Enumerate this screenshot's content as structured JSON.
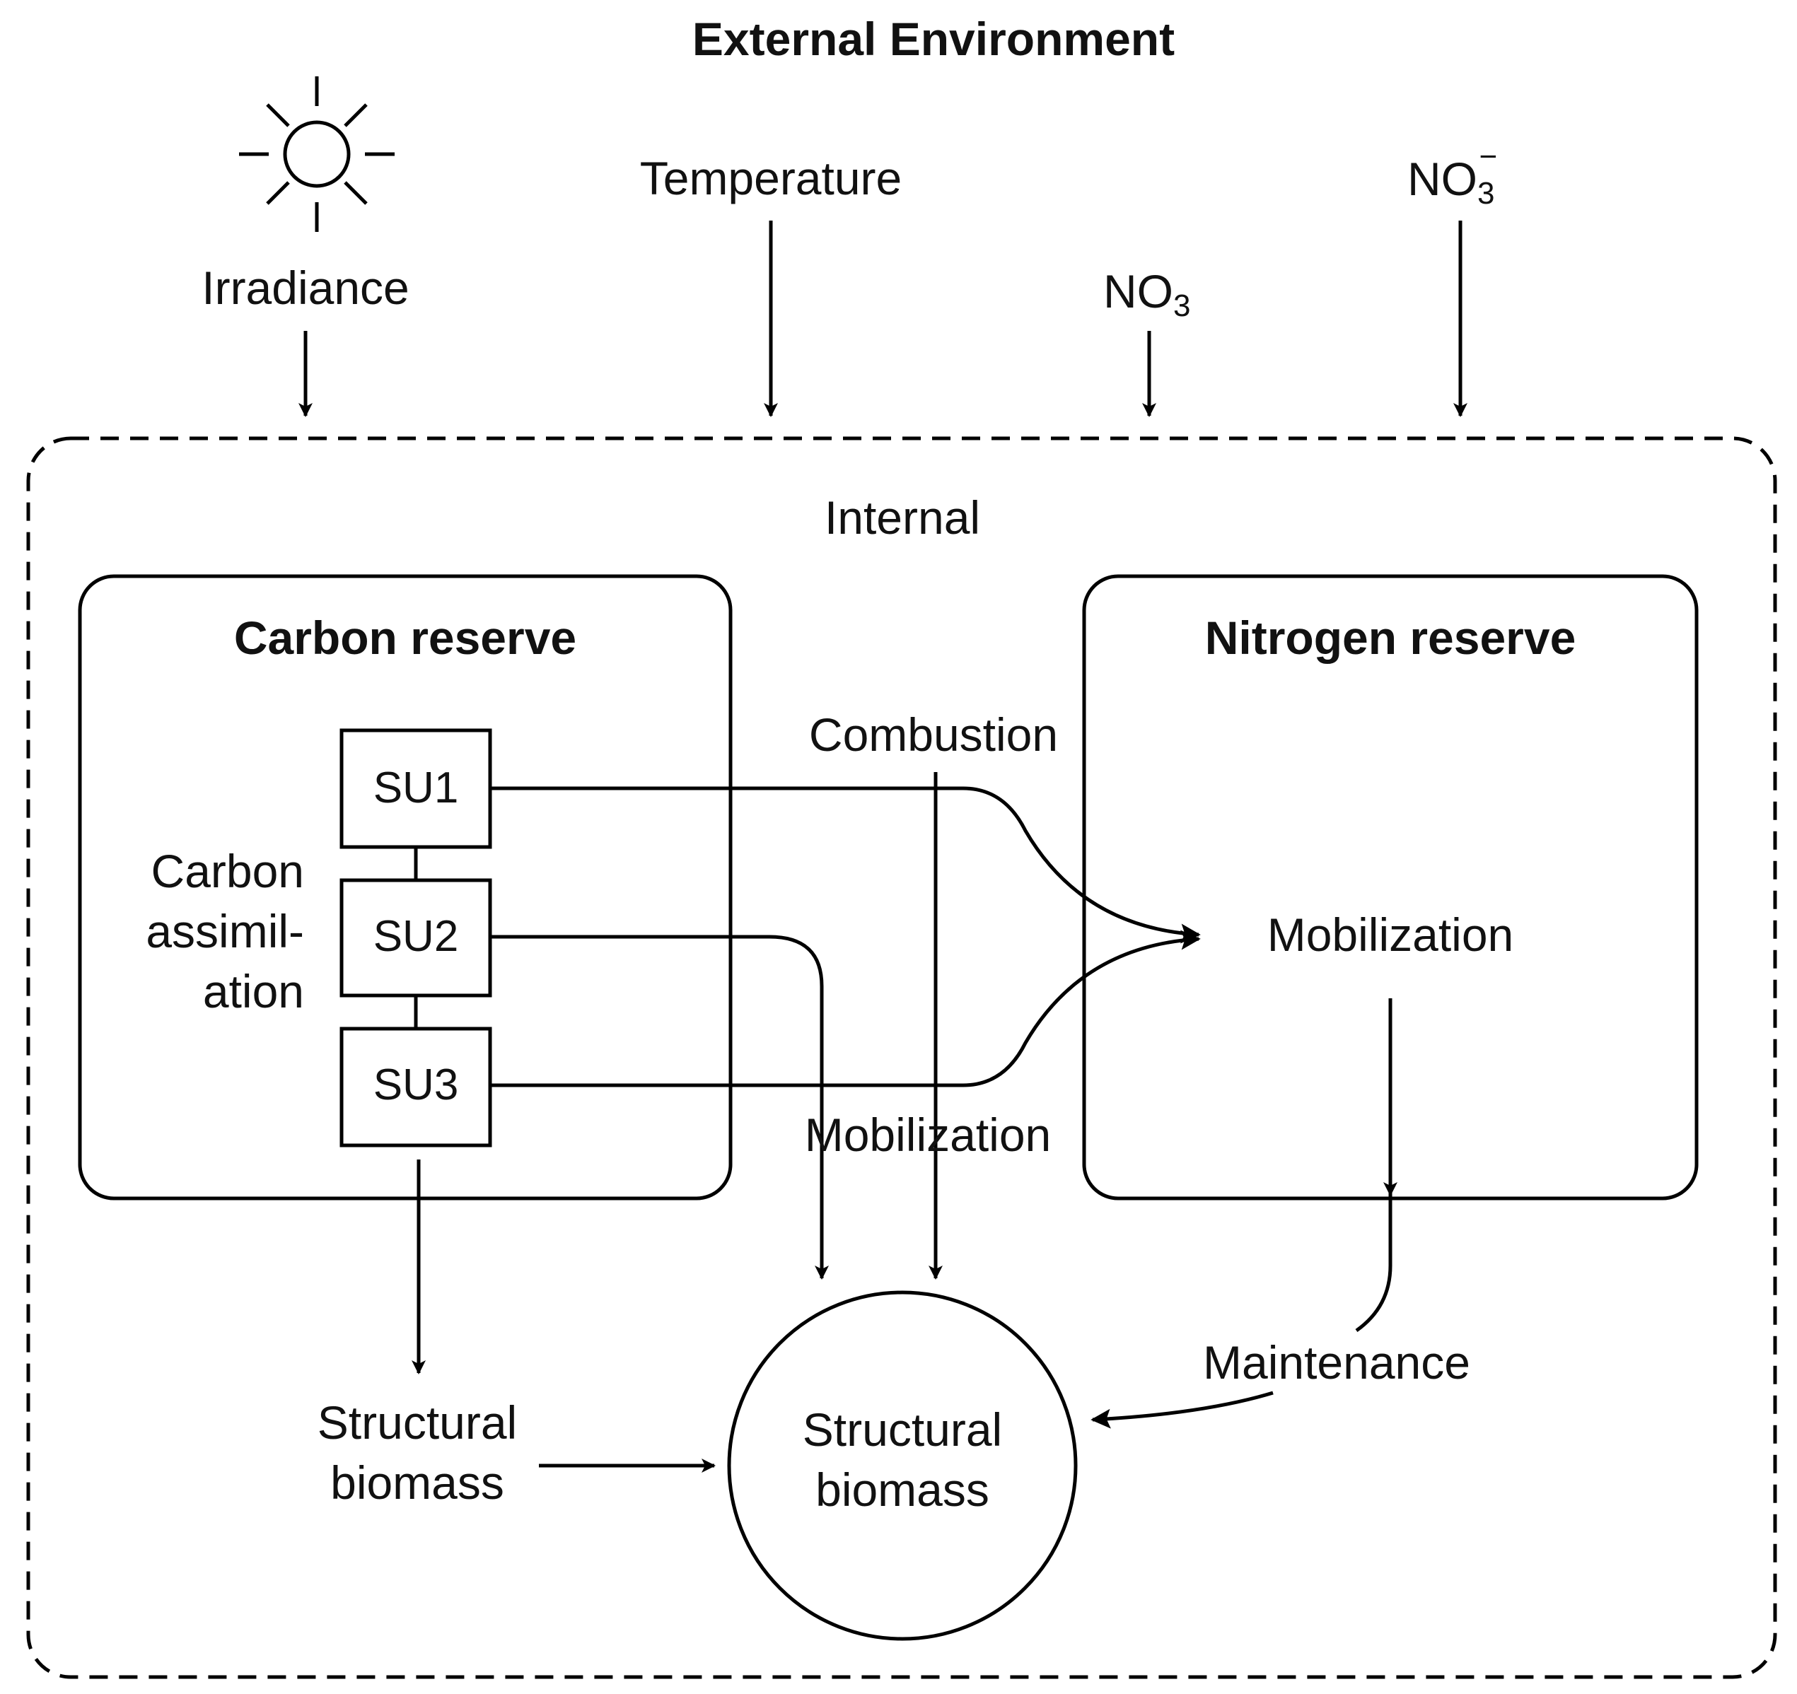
{
  "external": {
    "title": "External Environment",
    "irradiance": "Irradiance",
    "temperature": "Temperature",
    "no3_label": "NO",
    "no3_sub": "3",
    "no3ion_label": "NO",
    "no3ion_sub": "3",
    "no3ion_sup": "−"
  },
  "internal": {
    "title": "Internal",
    "carbon_reserve": {
      "title": "Carbon reserve",
      "units": [
        "SU1",
        "SU2",
        "SU3"
      ],
      "assimilation_lines": [
        "Carbon",
        "assimil-",
        "ation"
      ]
    },
    "nitrogen_reserve": {
      "title": "Nitrogen reserve",
      "mobilization": "Mobilization"
    },
    "labels": {
      "combustion": "Combustion",
      "mobilization": "Mobilization",
      "maintenance": "Maintenance",
      "structural_left_lines": [
        "Structural",
        "biomass"
      ],
      "structural_circle_lines": [
        "Structural",
        "biomass"
      ]
    }
  },
  "icons": {
    "sun": "sun-icon"
  }
}
